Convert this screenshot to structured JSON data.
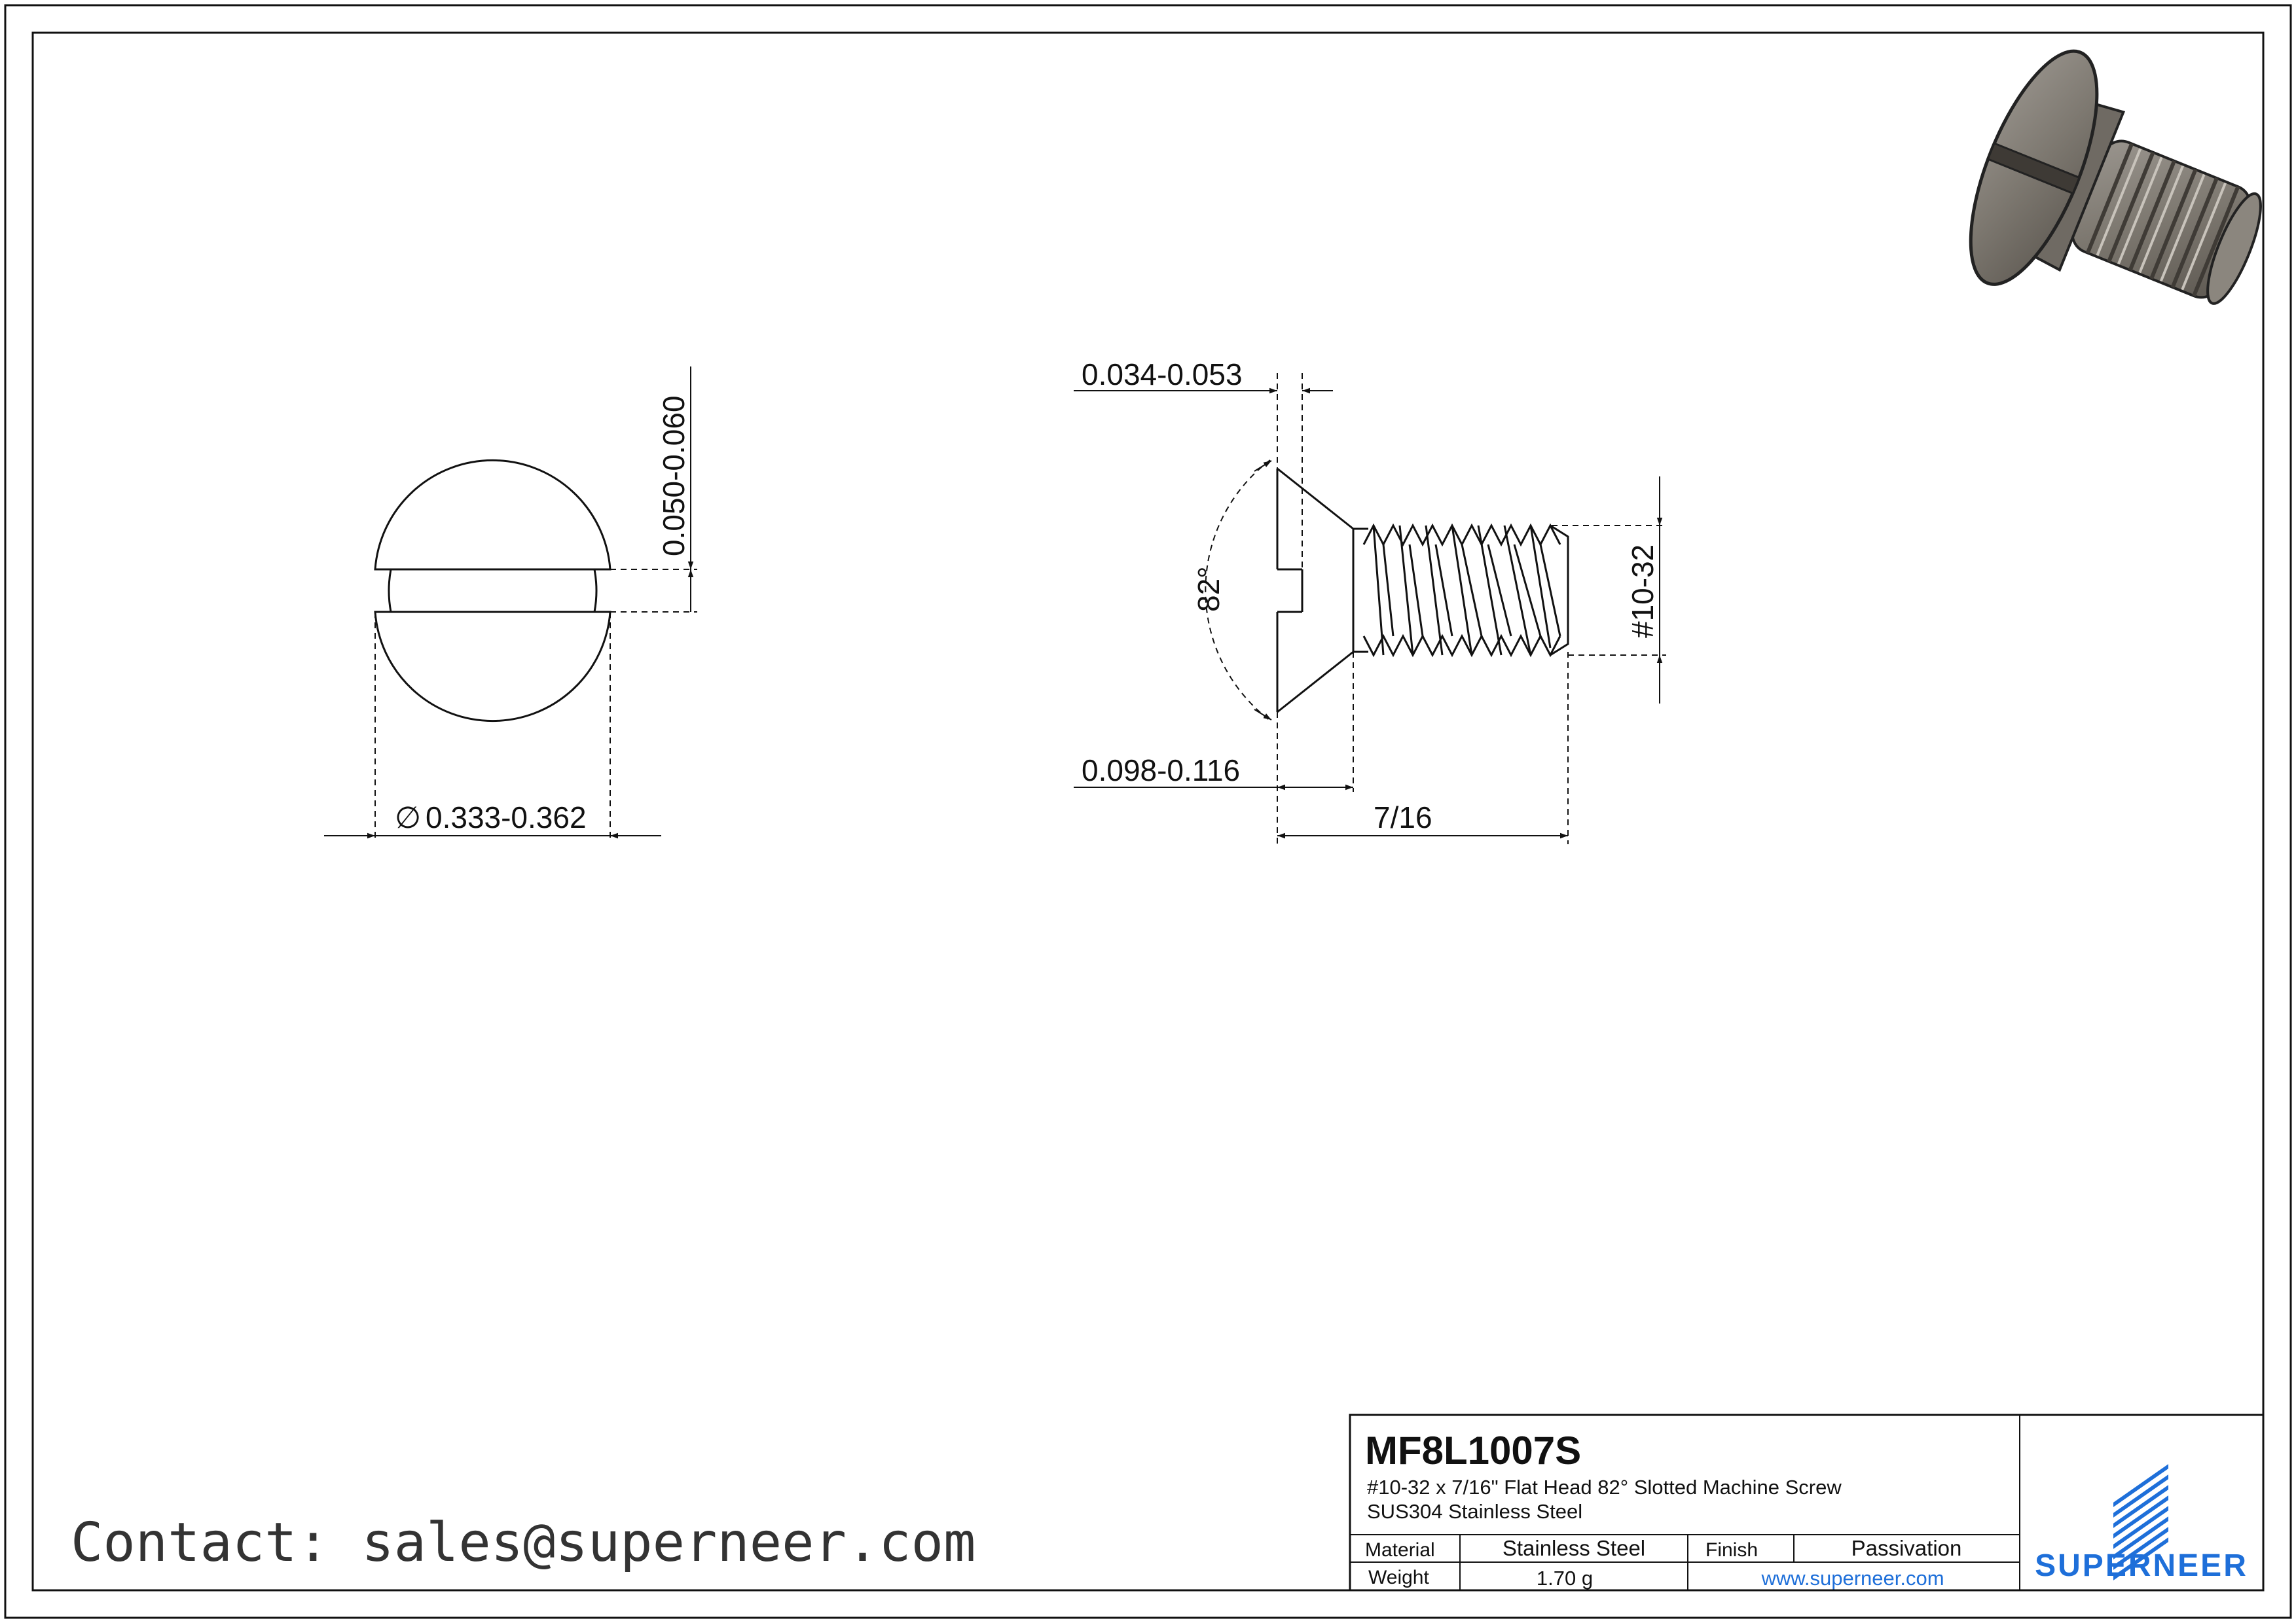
{
  "drawing": {
    "dimensions": {
      "head_diameter": "0.333-0.362",
      "slot_depth": "0.050-0.060",
      "slot_width": "0.034-0.053",
      "head_height": "0.098-0.116",
      "length": "7/16",
      "thread_size": "#10-32",
      "head_angle": "82°"
    },
    "diameter_symbol": "∅"
  },
  "title_block": {
    "part_number": "MF8L1007S",
    "description": "#10-32 x 7/16\" Flat Head 82° Slotted Machine Screw",
    "material_grade": "SUS304 Stainless Steel",
    "material_label": "Material",
    "material_value": "Stainless Steel",
    "finish_label": "Finish",
    "finish_value": "Passivation",
    "weight_label": "Weight",
    "weight_value": "1.70 g",
    "website": "www.superneer.com",
    "brand": "SUPERNEER",
    "brand_color": "#1e6fd9"
  },
  "contact": "Contact: sales@superneer.com"
}
